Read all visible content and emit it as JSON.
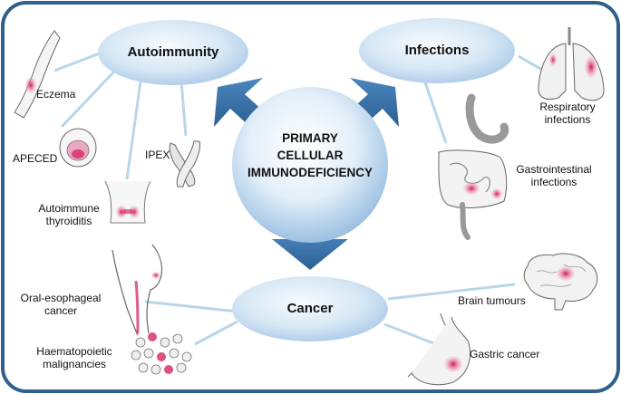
{
  "center": {
    "line1": "PRIMARY",
    "line2": "CELLULAR",
    "line3": "IMMUNODEFICIENCY"
  },
  "hubs": {
    "autoimmunity": "Autoimmunity",
    "infections": "Infections",
    "cancer": "Cancer"
  },
  "autoimmunity_items": {
    "eczema": "Eczema",
    "apeced": "APECED",
    "ipex": "IPEX",
    "thyroiditis_1": "Autoimmune",
    "thyroiditis_2": "thyroiditis"
  },
  "infection_items": {
    "respiratory_1": "Respiratory",
    "respiratory_2": "infections",
    "gi_1": "Gastrointestinal",
    "gi_2": "infections"
  },
  "cancer_items": {
    "oral_1": "Oral-esophageal",
    "oral_2": "cancer",
    "haem_1": "Haematopoietic",
    "haem_2": "malignancies",
    "brain": "Brain tumours",
    "gastric": "Gastric cancer"
  },
  "colors": {
    "frame_border": "#2f5f8a",
    "frame_fill": "#ffffff",
    "connector": "#b8d6e8",
    "arrow": "#3f78ad",
    "bubble_light": "#eef5fb",
    "bubble_dark": "#a9c8e6",
    "lesion": "#d4175a"
  }
}
